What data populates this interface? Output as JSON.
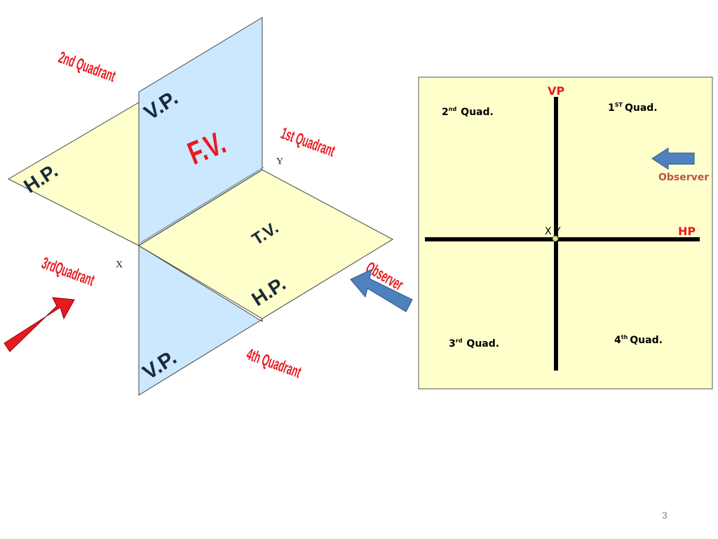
{
  "left_diagram": {
    "vp_upper": "V.P.",
    "fv": "F.V.",
    "hp_left": "H.P.",
    "tv": "T.V.",
    "hp_front": "H.P.",
    "vp_lower": "V.P.",
    "q2": "2nd Quadrant",
    "q1": "1st Quadrant",
    "q3": "3rdQuadrant",
    "q4": "4th Quadrant",
    "observer": "Observer",
    "x": "X",
    "y": "Y"
  },
  "right_diagram": {
    "vp": "VP",
    "hp": "HP",
    "xy": "X Y",
    "observer": "Observer",
    "q2": {
      "num": "2",
      "sup": "nd",
      "label": "Quad."
    },
    "q1": {
      "num": "1",
      "sup": "ST",
      "label": "Quad."
    },
    "q3": {
      "num": "3",
      "sup": "rd",
      "label": "Quad."
    },
    "q4": {
      "num": "4",
      "sup": "th",
      "label": "Quad."
    }
  },
  "colors": {
    "plane_hp": "#FFFFCC",
    "plane_vp": "#CCE8FF",
    "label_red": "#E8191F",
    "arrow_blue": "#4F81BD",
    "observer_brown": "#C0504D"
  },
  "page_number": "3"
}
